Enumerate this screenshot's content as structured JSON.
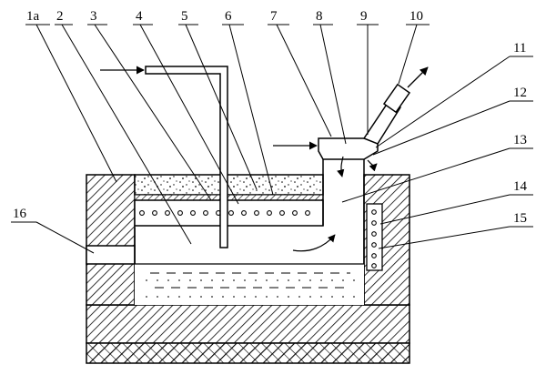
{
  "labels": {
    "l1a": "1a",
    "l2": "2",
    "l3": "3",
    "l4": "4",
    "l5": "5",
    "l6": "6",
    "l7": "7",
    "l8": "8",
    "l9": "9",
    "l10": "10",
    "l11": "11",
    "l12": "12",
    "l13": "13",
    "l14": "14",
    "l15": "15",
    "l16": "16"
  }
}
